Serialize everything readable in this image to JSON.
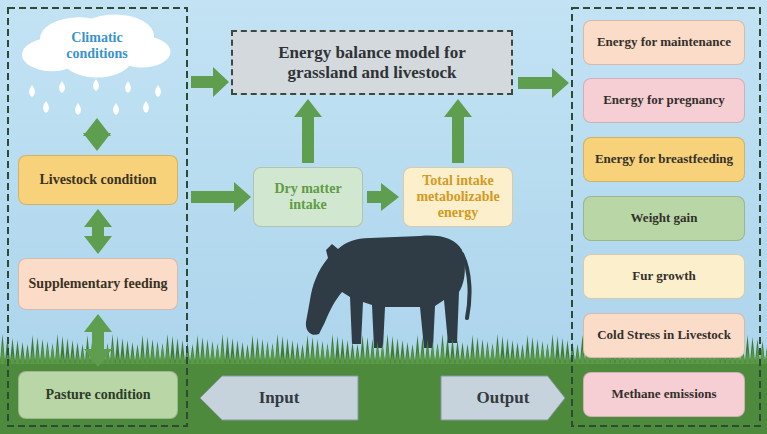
{
  "diagram": {
    "nodes": [
      {
        "text": [
          "Climatic conditions"
        ]
      },
      {
        "text": [
          "Livestock condition"
        ]
      },
      {
        "text": [
          "Supplementary feeding"
        ]
      },
      {
        "text": [
          "Pasture condition"
        ]
      },
      {
        "text": [
          "Energy balance model for grassland and livestock"
        ]
      },
      {
        "text": [
          "Dry matter intake"
        ]
      },
      {
        "text": [
          "Total intake metabolizable energy"
        ]
      },
      {
        "text": [
          "Input"
        ]
      },
      {
        "text": [
          "Output"
        ]
      },
      {
        "text": [
          "Energy for maintenance"
        ]
      },
      {
        "text": [
          "Energy for pregnancy"
        ]
      },
      {
        "text": [
          "Energy for breastfeeding"
        ]
      },
      {
        "text": [
          "Weight gain"
        ]
      },
      {
        "text": [
          "Fur growth"
        ]
      },
      {
        "text": [
          "Cold Stress in Livestock"
        ]
      },
      {
        "text": [
          "Methane emissions"
        ]
      }
    ],
    "edges": [
      {
        "from": 0,
        "to": 1,
        "arrow": "both"
      },
      {
        "from": 1,
        "to": 2,
        "arrow": "both"
      },
      {
        "from": 2,
        "to": 3,
        "arrow": "both"
      },
      {
        "from": 5,
        "to": 6,
        "arrow": "to"
      },
      {
        "from": 5,
        "to": 4,
        "arrow": "to"
      },
      {
        "from": 6,
        "to": 4,
        "arrow": "to"
      }
    ]
  }
}
